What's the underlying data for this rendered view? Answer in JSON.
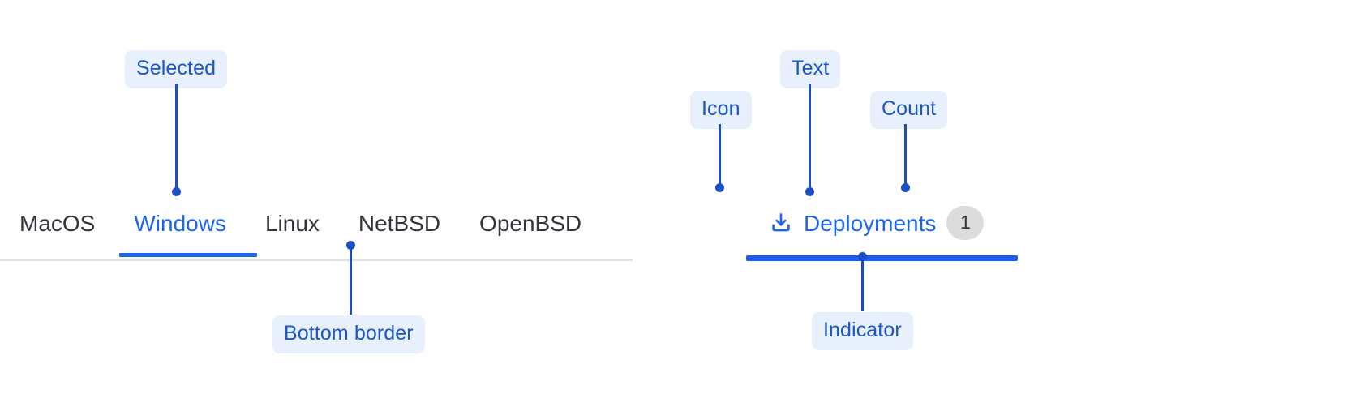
{
  "accent": {
    "tab_blue": "#1a65f0",
    "annotation_blue": "#1a56c4",
    "annotation_bg": "#e8f0fe",
    "baseline_gray": "#e1e1e1",
    "badge_gray": "#dcdcdc",
    "tab_text": "#32353b"
  },
  "left_panel": {
    "tabs": [
      {
        "label": "MacOS",
        "selected": false
      },
      {
        "label": "Windows",
        "selected": true
      },
      {
        "label": "Linux",
        "selected": false
      },
      {
        "label": "NetBSD",
        "selected": false
      },
      {
        "label": "OpenBSD",
        "selected": false
      }
    ],
    "annotations": [
      {
        "label": "Selected",
        "target": "selected-tab"
      },
      {
        "label": "Bottom border",
        "target": "tab-baseline"
      }
    ]
  },
  "right_panel": {
    "tab": {
      "icon": "download-icon",
      "label": "Deployments",
      "count": "1",
      "selected": true
    },
    "annotations": [
      {
        "label": "Icon",
        "target": "download-icon"
      },
      {
        "label": "Text",
        "target": "tab-label"
      },
      {
        "label": "Count",
        "target": "count-badge"
      },
      {
        "label": "Indicator",
        "target": "active-indicator"
      }
    ]
  }
}
